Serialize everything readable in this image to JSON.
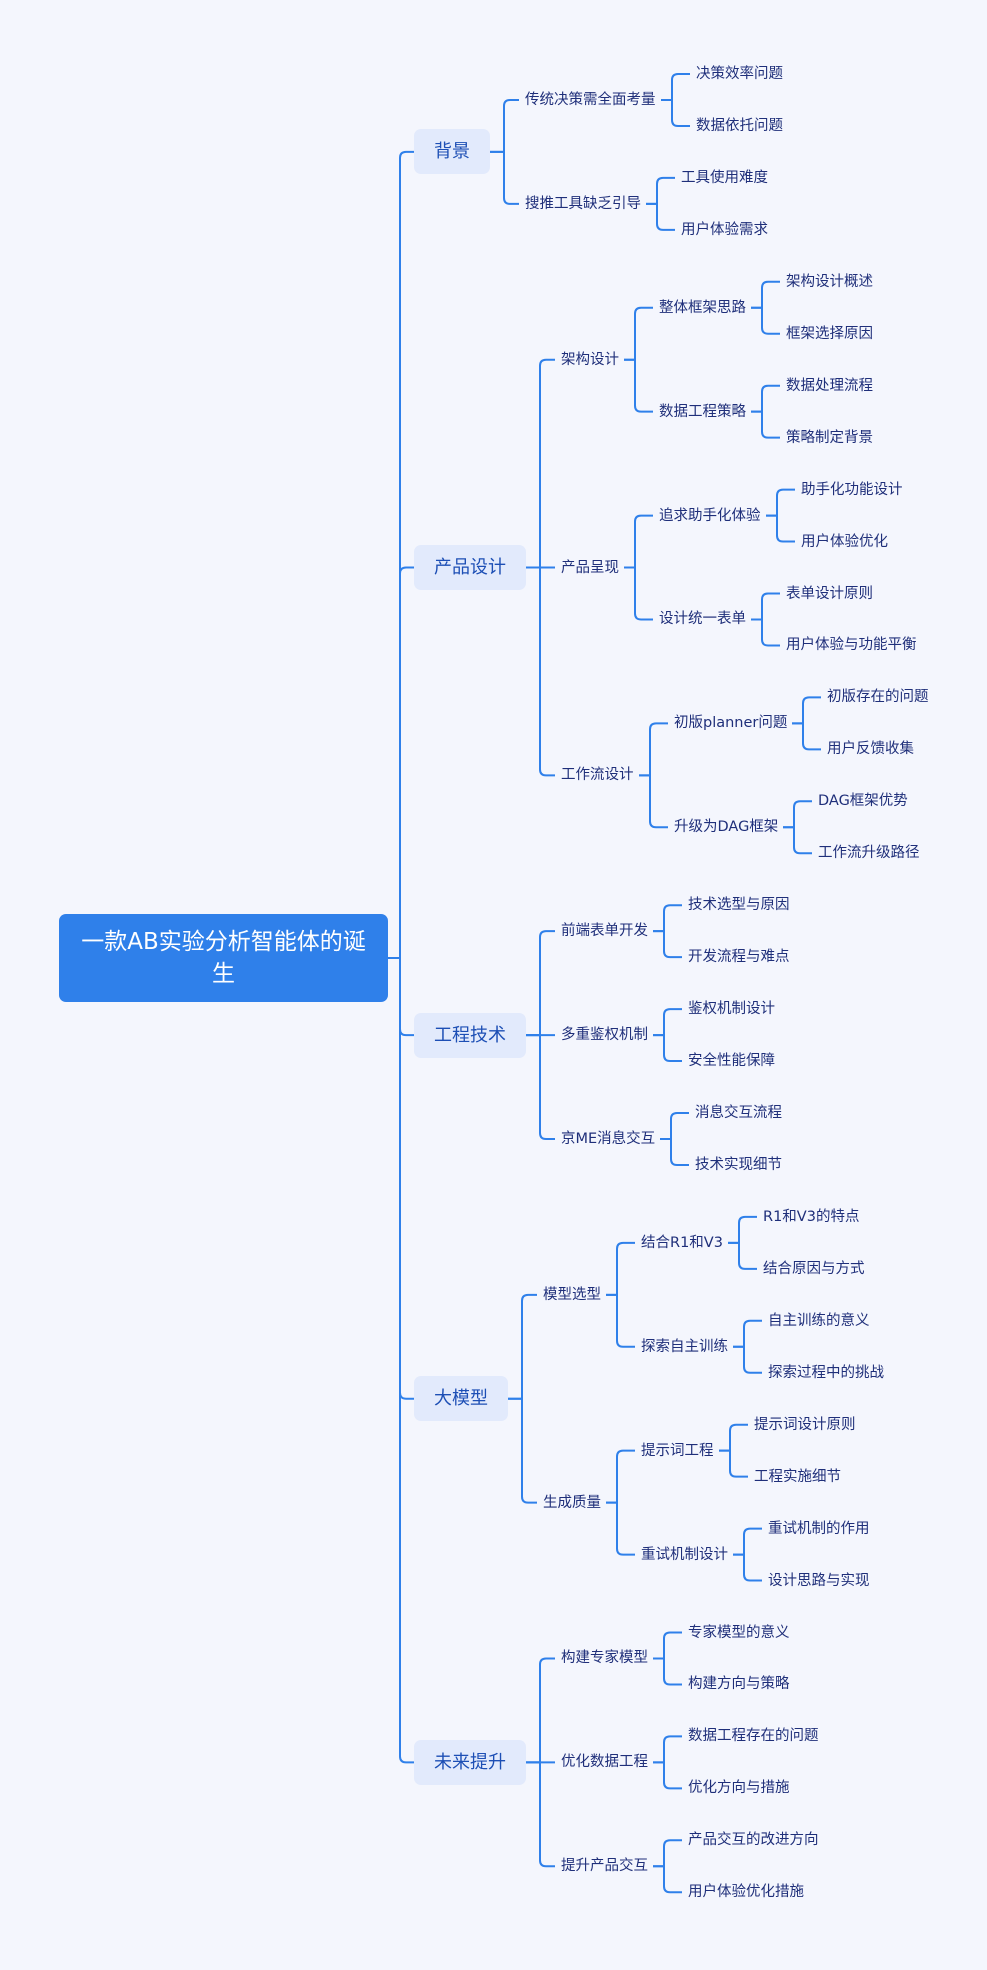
{
  "root": {
    "label": "一款AB实验分析智能体的诞生"
  },
  "colors": {
    "line": "#2f80ea",
    "root_bg": "#2f80ea",
    "branch_bg": "#e2eafc",
    "text": "#1f2f7a"
  },
  "tree": [
    {
      "label": "背景",
      "children": [
        {
          "label": "传统决策需全面考量",
          "children": [
            {
              "label": "决策效率问题"
            },
            {
              "label": "数据依托问题"
            }
          ]
        },
        {
          "label": "搜推工具缺乏引导",
          "children": [
            {
              "label": "工具使用难度"
            },
            {
              "label": "用户体验需求"
            }
          ]
        }
      ]
    },
    {
      "label": "产品设计",
      "children": [
        {
          "label": "架构设计",
          "children": [
            {
              "label": "整体框架思路",
              "children": [
                {
                  "label": "架构设计概述"
                },
                {
                  "label": "框架选择原因"
                }
              ]
            },
            {
              "label": "数据工程策略",
              "children": [
                {
                  "label": "数据处理流程"
                },
                {
                  "label": "策略制定背景"
                }
              ]
            }
          ]
        },
        {
          "label": "产品呈现",
          "children": [
            {
              "label": "追求助手化体验",
              "children": [
                {
                  "label": "助手化功能设计"
                },
                {
                  "label": "用户体验优化"
                }
              ]
            },
            {
              "label": "设计统一表单",
              "children": [
                {
                  "label": "表单设计原则"
                },
                {
                  "label": "用户体验与功能平衡"
                }
              ]
            }
          ]
        },
        {
          "label": "工作流设计",
          "children": [
            {
              "label": "初版planner问题",
              "children": [
                {
                  "label": "初版存在的问题"
                },
                {
                  "label": "用户反馈收集"
                }
              ]
            },
            {
              "label": "升级为DAG框架",
              "children": [
                {
                  "label": "DAG框架优势"
                },
                {
                  "label": "工作流升级路径"
                }
              ]
            }
          ]
        }
      ]
    },
    {
      "label": "工程技术",
      "children": [
        {
          "label": "前端表单开发",
          "children": [
            {
              "label": "技术选型与原因"
            },
            {
              "label": "开发流程与难点"
            }
          ]
        },
        {
          "label": "多重鉴权机制",
          "children": [
            {
              "label": "鉴权机制设计"
            },
            {
              "label": "安全性能保障"
            }
          ]
        },
        {
          "label": "京ME消息交互",
          "children": [
            {
              "label": "消息交互流程"
            },
            {
              "label": "技术实现细节"
            }
          ]
        }
      ]
    },
    {
      "label": "大模型",
      "children": [
        {
          "label": "模型选型",
          "children": [
            {
              "label": "结合R1和V3",
              "children": [
                {
                  "label": "R1和V3的特点"
                },
                {
                  "label": "结合原因与方式"
                }
              ]
            },
            {
              "label": "探索自主训练",
              "children": [
                {
                  "label": "自主训练的意义"
                },
                {
                  "label": "探索过程中的挑战"
                }
              ]
            }
          ]
        },
        {
          "label": "生成质量",
          "children": [
            {
              "label": "提示词工程",
              "children": [
                {
                  "label": "提示词设计原则"
                },
                {
                  "label": "工程实施细节"
                }
              ]
            },
            {
              "label": "重试机制设计",
              "children": [
                {
                  "label": "重试机制的作用"
                },
                {
                  "label": "设计思路与实现"
                }
              ]
            }
          ]
        }
      ]
    },
    {
      "label": "未来提升",
      "children": [
        {
          "label": "构建专家模型",
          "children": [
            {
              "label": "专家模型的意义"
            },
            {
              "label": "构建方向与策略"
            }
          ]
        },
        {
          "label": "优化数据工程",
          "children": [
            {
              "label": "数据工程存在的问题"
            },
            {
              "label": "优化方向与措施"
            }
          ]
        },
        {
          "label": "提升产品交互",
          "children": [
            {
              "label": "产品交互的改进方向"
            },
            {
              "label": "用户体验优化措施"
            }
          ]
        }
      ]
    }
  ]
}
